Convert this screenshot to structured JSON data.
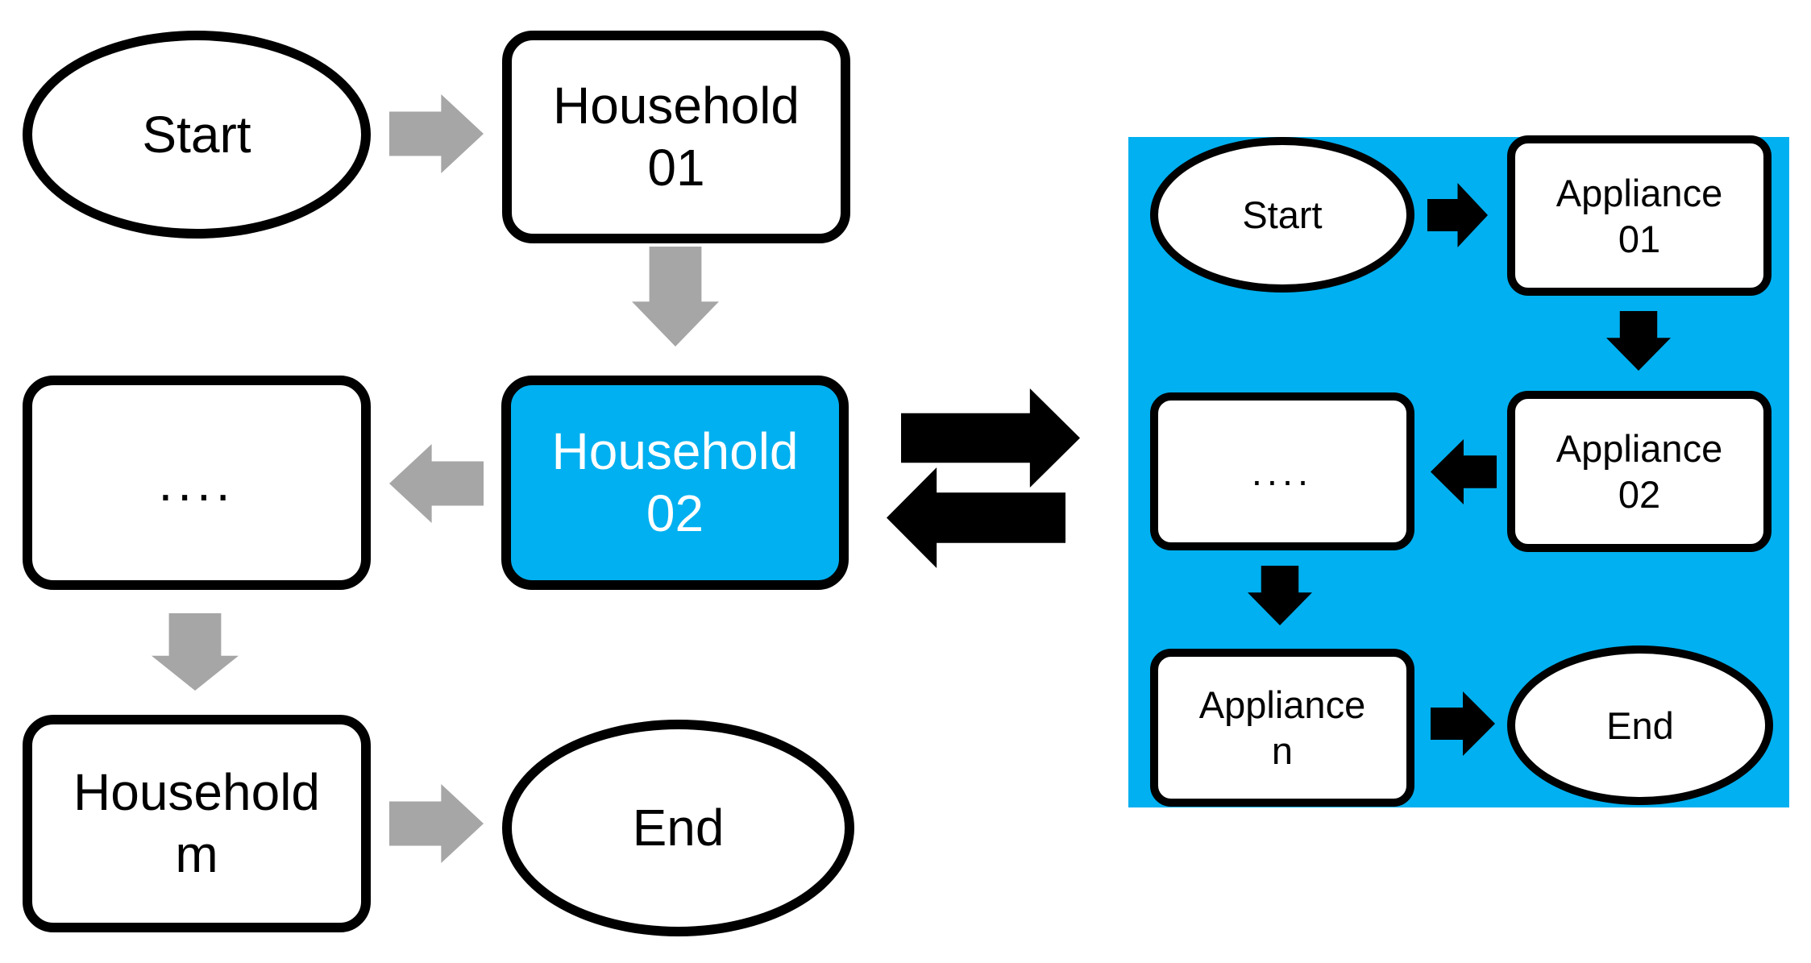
{
  "colors": {
    "panel_blue": "#00B0F0",
    "highlight_blue": "#00B0F0",
    "arrow_gray": "#A6A6A6",
    "arrow_black": "#000000",
    "shape_border": "#000000",
    "text_dark": "#000000",
    "text_light": "#FFFFFF"
  },
  "outer_flow": {
    "start_label": "Start",
    "household01": {
      "line1": "Household",
      "line2": "01"
    },
    "household02": {
      "line1": "Household",
      "line2": "02"
    },
    "ellipsis": "....",
    "household_m": {
      "line1": "Household",
      "line2": "m"
    },
    "end_label": "End"
  },
  "inner_flow": {
    "start_label": "Start",
    "appliance01": {
      "line1": "Appliance",
      "line2": "01"
    },
    "appliance02": {
      "line1": "Appliance",
      "line2": "02"
    },
    "ellipsis": "....",
    "appliance_n": {
      "line1": "Appliance",
      "line2": "n"
    },
    "end_label": "End"
  }
}
